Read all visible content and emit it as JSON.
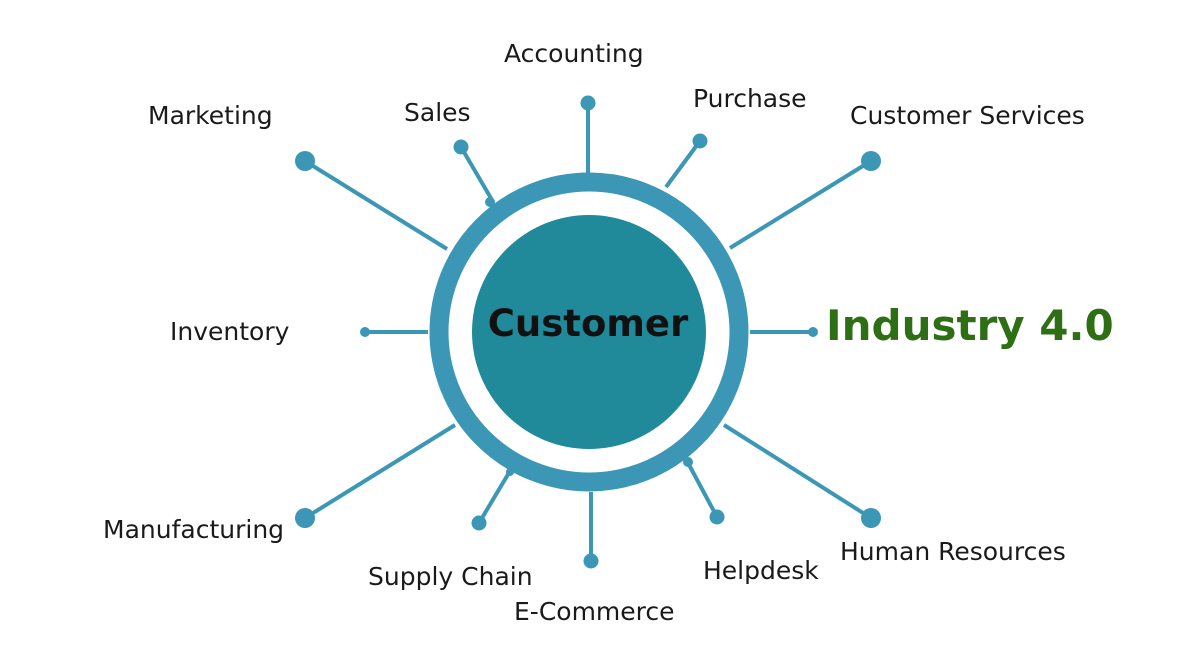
{
  "center": {
    "label": "Customer"
  },
  "highlight": {
    "label": "Industry 4.0",
    "color": "#2e6e14"
  },
  "colors": {
    "ring": "#3b97b5",
    "core": "#218a9a",
    "spoke": "#3b97b5"
  },
  "spokes": [
    {
      "id": "accounting",
      "label": "Accounting"
    },
    {
      "id": "purchase",
      "label": "Purchase"
    },
    {
      "id": "customer-services",
      "label": "Customer Services"
    },
    {
      "id": "industry",
      "label": "Industry 4.0"
    },
    {
      "id": "human-resources",
      "label": "Human Resources"
    },
    {
      "id": "helpdesk",
      "label": "Helpdesk"
    },
    {
      "id": "e-commerce",
      "label": "E-Commerce"
    },
    {
      "id": "supply-chain",
      "label": "Supply Chain"
    },
    {
      "id": "manufacturing",
      "label": "Manufacturing"
    },
    {
      "id": "inventory",
      "label": "Inventory"
    },
    {
      "id": "marketing",
      "label": "Marketing"
    },
    {
      "id": "sales",
      "label": "Sales"
    }
  ]
}
